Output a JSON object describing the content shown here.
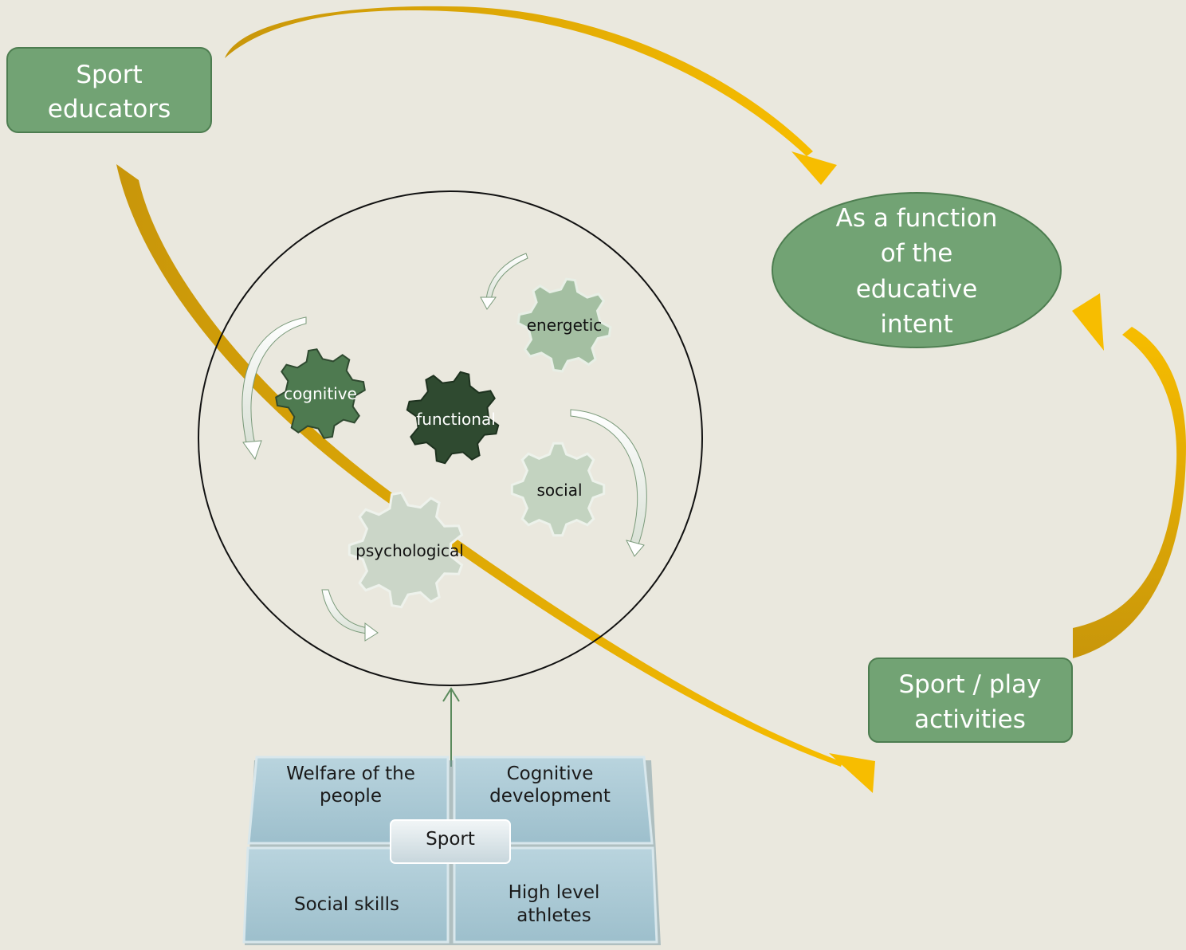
{
  "nodes": {
    "sport_educators": [
      "Sport",
      "educators"
    ],
    "educative_intent": [
      "As a function",
      "of the",
      "educative",
      "intent"
    ],
    "sport_play_activities": [
      "Sport / play",
      "activities"
    ]
  },
  "gears": {
    "cognitive": "cognitive",
    "functional": "functional",
    "energetic": "energetic",
    "social": "social",
    "psychological": "psychological"
  },
  "sport_matrix": {
    "center": "Sport",
    "top_left": [
      "Welfare of the",
      "people"
    ],
    "top_right": [
      "Cognitive",
      "development"
    ],
    "bottom_left": [
      "Social skills"
    ],
    "bottom_right": [
      "High level",
      "athletes"
    ]
  },
  "colors": {
    "background": "#eae8de",
    "node_fill": "#72a374",
    "node_stroke": "#4d7d50",
    "arrow_gold": "#f5b800",
    "arrow_gold_dark": "#c8960a",
    "gear_dark": "#2f4a30",
    "gear_mid": "#4e7a50",
    "gear_light": "#a4bfa2",
    "gear_pale": "#c3d3c0",
    "matrix_fill": "#a9c7d3",
    "connector": "#5a8a5c"
  }
}
